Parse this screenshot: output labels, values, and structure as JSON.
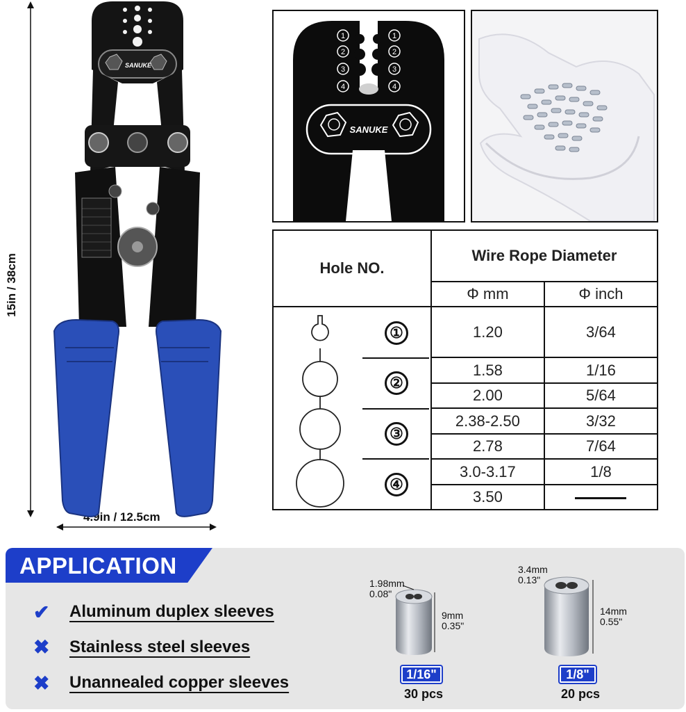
{
  "dimensions": {
    "height_label": "15in / 38cm",
    "width_label": "4.9in / 12.5cm"
  },
  "tool": {
    "brand": "SANUKE"
  },
  "table": {
    "hole_header": "Hole NO.",
    "diameter_header": "Wire Rope Diameter",
    "mm_header": "Φ mm",
    "inch_header": "Φ inch",
    "holes": [
      {
        "no": "①",
        "rows": [
          {
            "mm": "1.20",
            "inch": "3/64"
          }
        ]
      },
      {
        "no": "②",
        "rows": [
          {
            "mm": "1.58",
            "inch": "1/16"
          },
          {
            "mm": "2.00",
            "inch": "5/64"
          }
        ]
      },
      {
        "no": "③",
        "rows": [
          {
            "mm": "2.38-2.50",
            "inch": "3/32"
          },
          {
            "mm": "2.78",
            "inch": "7/64"
          }
        ]
      },
      {
        "no": "④",
        "rows": [
          {
            "mm": "3.0-3.17",
            "inch": "1/8"
          },
          {
            "mm": "3.50",
            "inch": ""
          }
        ]
      }
    ]
  },
  "application": {
    "title": "APPLICATION",
    "items": [
      {
        "mark": "✔",
        "text": "Aluminum duplex sleeves"
      },
      {
        "mark": "✖",
        "text": "Stainless steel sleeves"
      },
      {
        "mark": "✖",
        "text": "Unannealed copper sleeves"
      }
    ],
    "sleeves": [
      {
        "badge": "1/16\"",
        "pcs": "30 pcs",
        "width_mm": "1.98mm",
        "width_in": "0.08\"",
        "length_mm": "9mm",
        "length_in": "0.35\""
      },
      {
        "badge": "1/8\"",
        "pcs": "20 pcs",
        "width_mm": "3.4mm",
        "width_in": "0.13\"",
        "length_mm": "14mm",
        "length_in": "0.55\""
      }
    ]
  },
  "colors": {
    "accent_blue": "#1d3ec9",
    "handle_blue": "#2a4fb8",
    "tool_black": "#111111"
  }
}
